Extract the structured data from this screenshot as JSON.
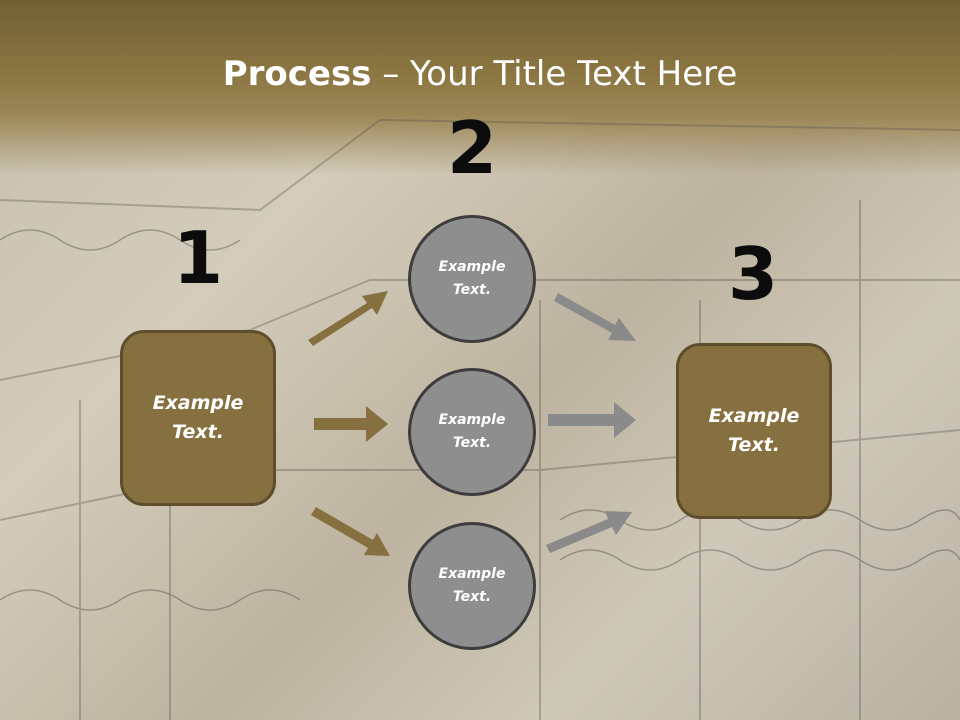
{
  "title": {
    "bold": "Process",
    "rest": " – Your Title Text Here"
  },
  "steps": [
    "1",
    "2",
    "3"
  ],
  "left_box": {
    "line1": "Example",
    "line2": "Text."
  },
  "right_box": {
    "line1": "Example",
    "line2": "Text."
  },
  "circles": [
    {
      "line1": "Example",
      "line2": "Text."
    },
    {
      "line1": "Example",
      "line2": "Text."
    },
    {
      "line1": "Example",
      "line2": "Text."
    }
  ],
  "colors": {
    "box_fill": "#86703f",
    "circle_fill": "#8e8e8e",
    "arrow_gold": "#86703f",
    "arrow_gray": "#8a8a8a",
    "header_band": "#7d6c3c"
  }
}
